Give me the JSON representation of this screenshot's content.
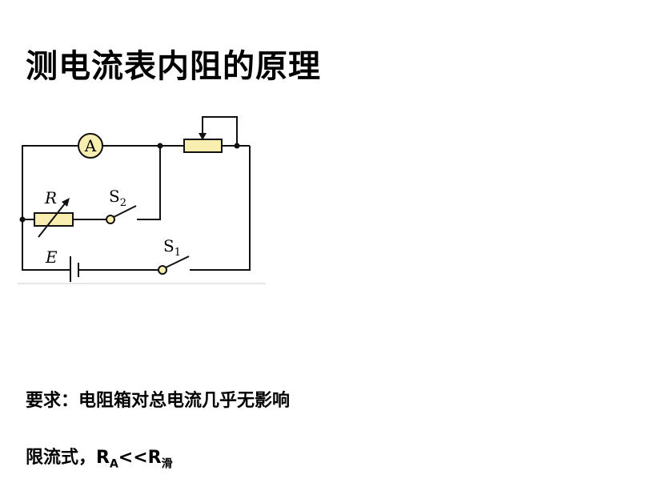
{
  "title": "测电流表内阻的原理",
  "circuit": {
    "ammeter": "A",
    "resistor_box": "R",
    "switch2": "S",
    "switch2_sub": "2",
    "battery": "E",
    "switch1": "S",
    "switch1_sub": "1"
  },
  "requirement": "要求：电阻箱对总电流几乎无影响",
  "mode": {
    "prefix": "限流式，R",
    "sub1": "A",
    "middle": "<<R",
    "sub2": "滑"
  },
  "colors": {
    "component_fill": "#f8eeb0"
  }
}
